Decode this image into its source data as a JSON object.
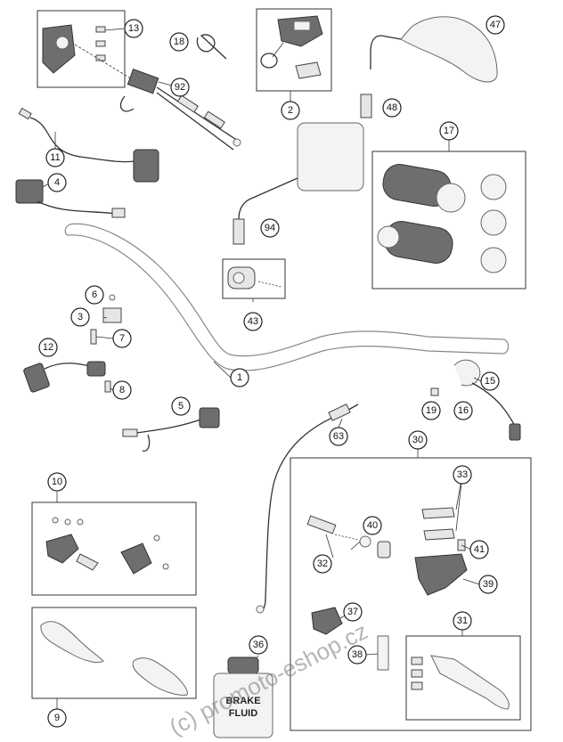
{
  "callouts": [
    {
      "id": "c13",
      "label": "13"
    },
    {
      "id": "c18",
      "label": "18"
    },
    {
      "id": "c92",
      "label": "92"
    },
    {
      "id": "c2",
      "label": "2"
    },
    {
      "id": "c47",
      "label": "47"
    },
    {
      "id": "c48",
      "label": "48"
    },
    {
      "id": "c11",
      "label": "11"
    },
    {
      "id": "c4",
      "label": "4"
    },
    {
      "id": "c94",
      "label": "94"
    },
    {
      "id": "c17",
      "label": "17"
    },
    {
      "id": "c6",
      "label": "6"
    },
    {
      "id": "c3",
      "label": "3"
    },
    {
      "id": "c7",
      "label": "7"
    },
    {
      "id": "c43",
      "label": "43"
    },
    {
      "id": "c12",
      "label": "12"
    },
    {
      "id": "c8",
      "label": "8"
    },
    {
      "id": "c1",
      "label": "1"
    },
    {
      "id": "c15",
      "label": "15"
    },
    {
      "id": "c19",
      "label": "19"
    },
    {
      "id": "c16",
      "label": "16"
    },
    {
      "id": "c5",
      "label": "5"
    },
    {
      "id": "c63",
      "label": "63"
    },
    {
      "id": "c30",
      "label": "30"
    },
    {
      "id": "c10",
      "label": "10"
    },
    {
      "id": "c33",
      "label": "33"
    },
    {
      "id": "c40",
      "label": "40"
    },
    {
      "id": "c41",
      "label": "41"
    },
    {
      "id": "c32",
      "label": "32"
    },
    {
      "id": "c39",
      "label": "39"
    },
    {
      "id": "c37",
      "label": "37"
    },
    {
      "id": "c36",
      "label": "36"
    },
    {
      "id": "c31",
      "label": "31"
    },
    {
      "id": "c38",
      "label": "38"
    },
    {
      "id": "c9",
      "label": "9"
    }
  ],
  "bottle": {
    "line1": "BRAKE",
    "line2": "FLUID"
  },
  "watermark": "(c) promoto-eshop.cz"
}
